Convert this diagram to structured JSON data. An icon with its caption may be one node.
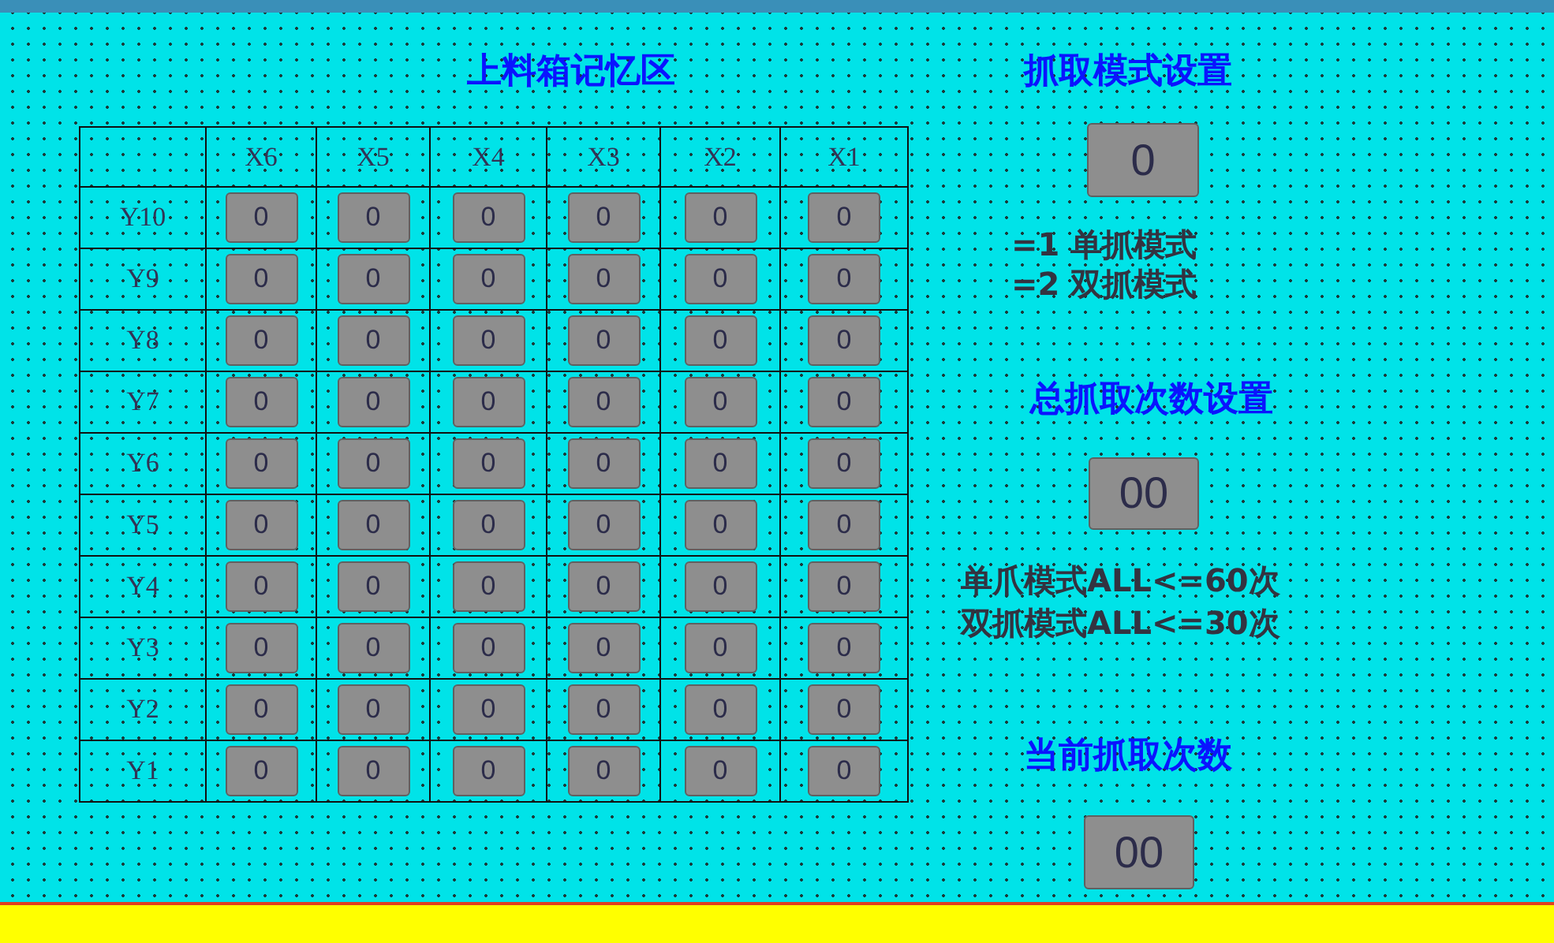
{
  "diagram": {
    "nodes": [
      {
        "text": [],
        "shape": "bar"
      },
      {
        "text": [],
        "shape": "bar"
      }
    ],
    "labels": [
      "上料箱记忆区",
      "X6",
      "X5",
      "X4",
      "X3",
      "X2",
      "X1",
      "Y10",
      "0",
      "0",
      "0",
      "0",
      "0",
      "0",
      "Y9",
      "0",
      "0",
      "0",
      "0",
      "0",
      "0",
      "Y8",
      "0",
      "0",
      "0",
      "0",
      "0",
      "0",
      "Y7",
      "0",
      "0",
      "0",
      "0",
      "0",
      "0",
      "Y6",
      "0",
      "0",
      "0",
      "0",
      "0",
      "0",
      "Y5",
      "0",
      "0",
      "0",
      "0",
      "0",
      "0",
      "Y4",
      "0",
      "0",
      "0",
      "0",
      "0",
      "0",
      "Y3",
      "0",
      "0",
      "0",
      "0",
      "0",
      "0",
      "Y2",
      "0",
      "0",
      "0",
      "0",
      "0",
      "0",
      "Y1",
      "0",
      "0",
      "0",
      "0",
      "0",
      "0",
      "抓取模式设置",
      "0",
      "=1 单抓模式",
      "=2 双抓模式",
      "总抓取次数设置",
      "00",
      "单爪模式ALL<=60次",
      "双抓模式ALL<=30次",
      "当前抓取次数",
      "00"
    ]
  }
}
